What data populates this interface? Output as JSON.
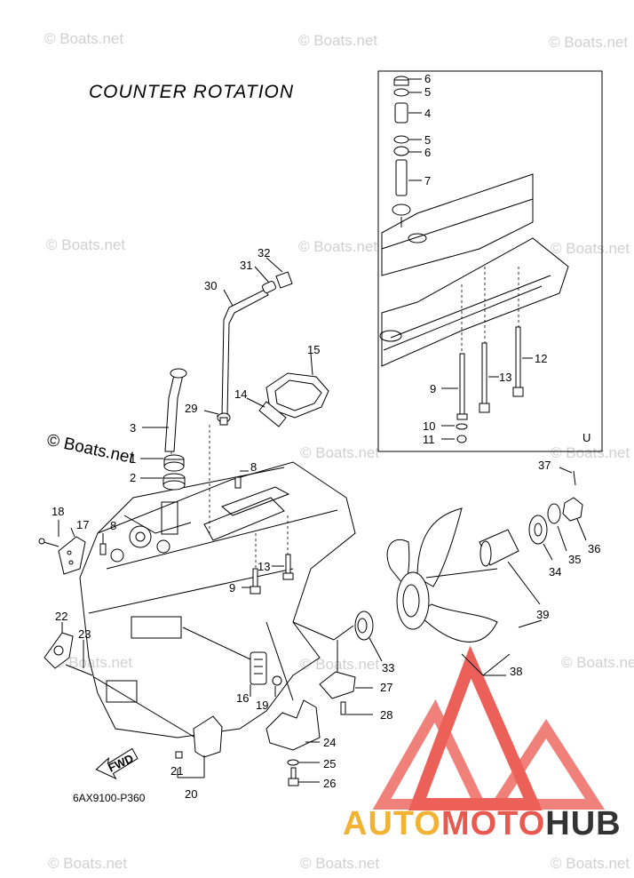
{
  "title": "COUNTER ROTATION",
  "diagram_code": "6AX9100-P360",
  "watermark_text": "© Boats.net",
  "inset_marker": "U",
  "fwd_label": "FWD",
  "brand": {
    "part1": "AUTO",
    "part2": "MOTO",
    "part3": "HUB",
    "colors": {
      "auto": "#f2b233",
      "moto": "#e85a4f",
      "hub": "#333333",
      "logo": "#e8453c"
    }
  },
  "callouts": [
    {
      "id": "c6a",
      "label": "6"
    },
    {
      "id": "c5a",
      "label": "5"
    },
    {
      "id": "c4",
      "label": "4"
    },
    {
      "id": "c5b",
      "label": "5"
    },
    {
      "id": "c6b",
      "label": "6"
    },
    {
      "id": "c7",
      "label": "7"
    },
    {
      "id": "c12",
      "label": "12"
    },
    {
      "id": "c13a",
      "label": "13"
    },
    {
      "id": "c9a",
      "label": "9"
    },
    {
      "id": "c10",
      "label": "10"
    },
    {
      "id": "c11",
      "label": "11"
    },
    {
      "id": "c32",
      "label": "32"
    },
    {
      "id": "c31",
      "label": "31"
    },
    {
      "id": "c30",
      "label": "30"
    },
    {
      "id": "c15",
      "label": "15"
    },
    {
      "id": "c14",
      "label": "14"
    },
    {
      "id": "c29",
      "label": "29"
    },
    {
      "id": "c3",
      "label": "3"
    },
    {
      "id": "c1",
      "label": "1"
    },
    {
      "id": "c2",
      "label": "2"
    },
    {
      "id": "c8a",
      "label": "8"
    },
    {
      "id": "c18",
      "label": "18"
    },
    {
      "id": "c17",
      "label": "17"
    },
    {
      "id": "c8b",
      "label": "8"
    },
    {
      "id": "c13b",
      "label": "13"
    },
    {
      "id": "c9b",
      "label": "9"
    },
    {
      "id": "c22",
      "label": "22"
    },
    {
      "id": "c23",
      "label": "23"
    },
    {
      "id": "c16",
      "label": "16"
    },
    {
      "id": "c19",
      "label": "19"
    },
    {
      "id": "c21",
      "label": "21"
    },
    {
      "id": "c20",
      "label": "20"
    },
    {
      "id": "c37",
      "label": "37"
    },
    {
      "id": "c36",
      "label": "36"
    },
    {
      "id": "c35",
      "label": "35"
    },
    {
      "id": "c34",
      "label": "34"
    },
    {
      "id": "c39",
      "label": "39"
    },
    {
      "id": "c38",
      "label": "38"
    },
    {
      "id": "c33",
      "label": "33"
    },
    {
      "id": "c27",
      "label": "27"
    },
    {
      "id": "c28",
      "label": "28"
    },
    {
      "id": "c24",
      "label": "24"
    },
    {
      "id": "c25",
      "label": "25"
    },
    {
      "id": "c26",
      "label": "26"
    }
  ]
}
